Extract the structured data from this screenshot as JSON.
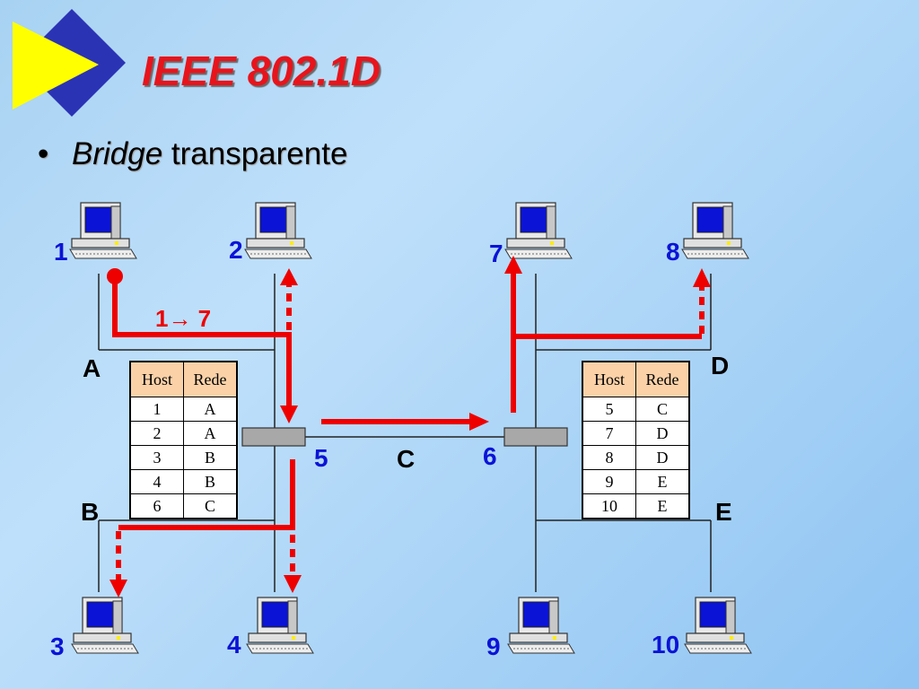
{
  "title": "IEEE 802.1D",
  "bullet": {
    "marker": "•",
    "emph": "Bridge",
    "text": " transparente"
  },
  "hosts": [
    "1",
    "2",
    "3",
    "4",
    "7",
    "8",
    "9",
    "10"
  ],
  "segments": [
    "A",
    "B",
    "C",
    "D",
    "E"
  ],
  "ports": [
    "5",
    "6"
  ],
  "flow_label": "1→ 7",
  "colors": {
    "title": "#e8141c",
    "path": "#ee0000",
    "host_label": "#0b13d6",
    "table_header": "#fbd1a8"
  },
  "table_left": {
    "headers": [
      "Host",
      "Rede"
    ],
    "rows": [
      [
        "1",
        "A"
      ],
      [
        "2",
        "A"
      ],
      [
        "3",
        "B"
      ],
      [
        "4",
        "B"
      ],
      [
        "6",
        "C"
      ]
    ]
  },
  "table_right": {
    "headers": [
      "Host",
      "Rede"
    ],
    "rows": [
      [
        "5",
        "C"
      ],
      [
        "7",
        "D"
      ],
      [
        "8",
        "D"
      ],
      [
        "9",
        "E"
      ],
      [
        "10",
        "E"
      ]
    ]
  }
}
